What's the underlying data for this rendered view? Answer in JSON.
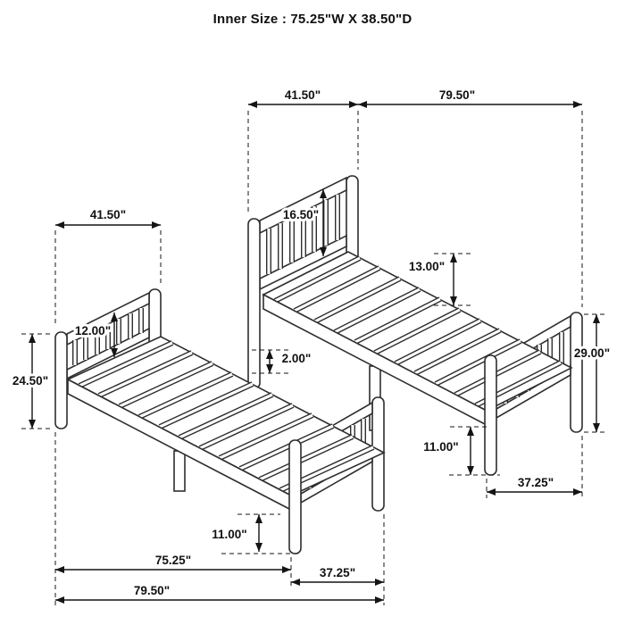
{
  "title": "Inner Size : 75.25\"W X  38.50\"D",
  "dims": {
    "upper_headboard_width": "41.50\"",
    "upper_overall_length": "79.50\"",
    "upper_headboard_panel": "16.50\"",
    "upper_rail_to_deck": "13.00\"",
    "upper_foot_height": "29.00\"",
    "upper_leg_height": "11.00\"",
    "upper_foot_width": "37.25\"",
    "lower_headboard_width": "41.50\"",
    "lower_headboard_panel": "12.00\"",
    "lower_head_height": "24.50\"",
    "slat_thickness": "2.00\"",
    "lower_leg_height": "11.00\"",
    "lower_inner_length": "75.25\"",
    "lower_foot_width": "37.25\"",
    "lower_overall_length": "79.50\""
  },
  "colors": {
    "line": "#1a1a1a",
    "background": "#ffffff"
  }
}
